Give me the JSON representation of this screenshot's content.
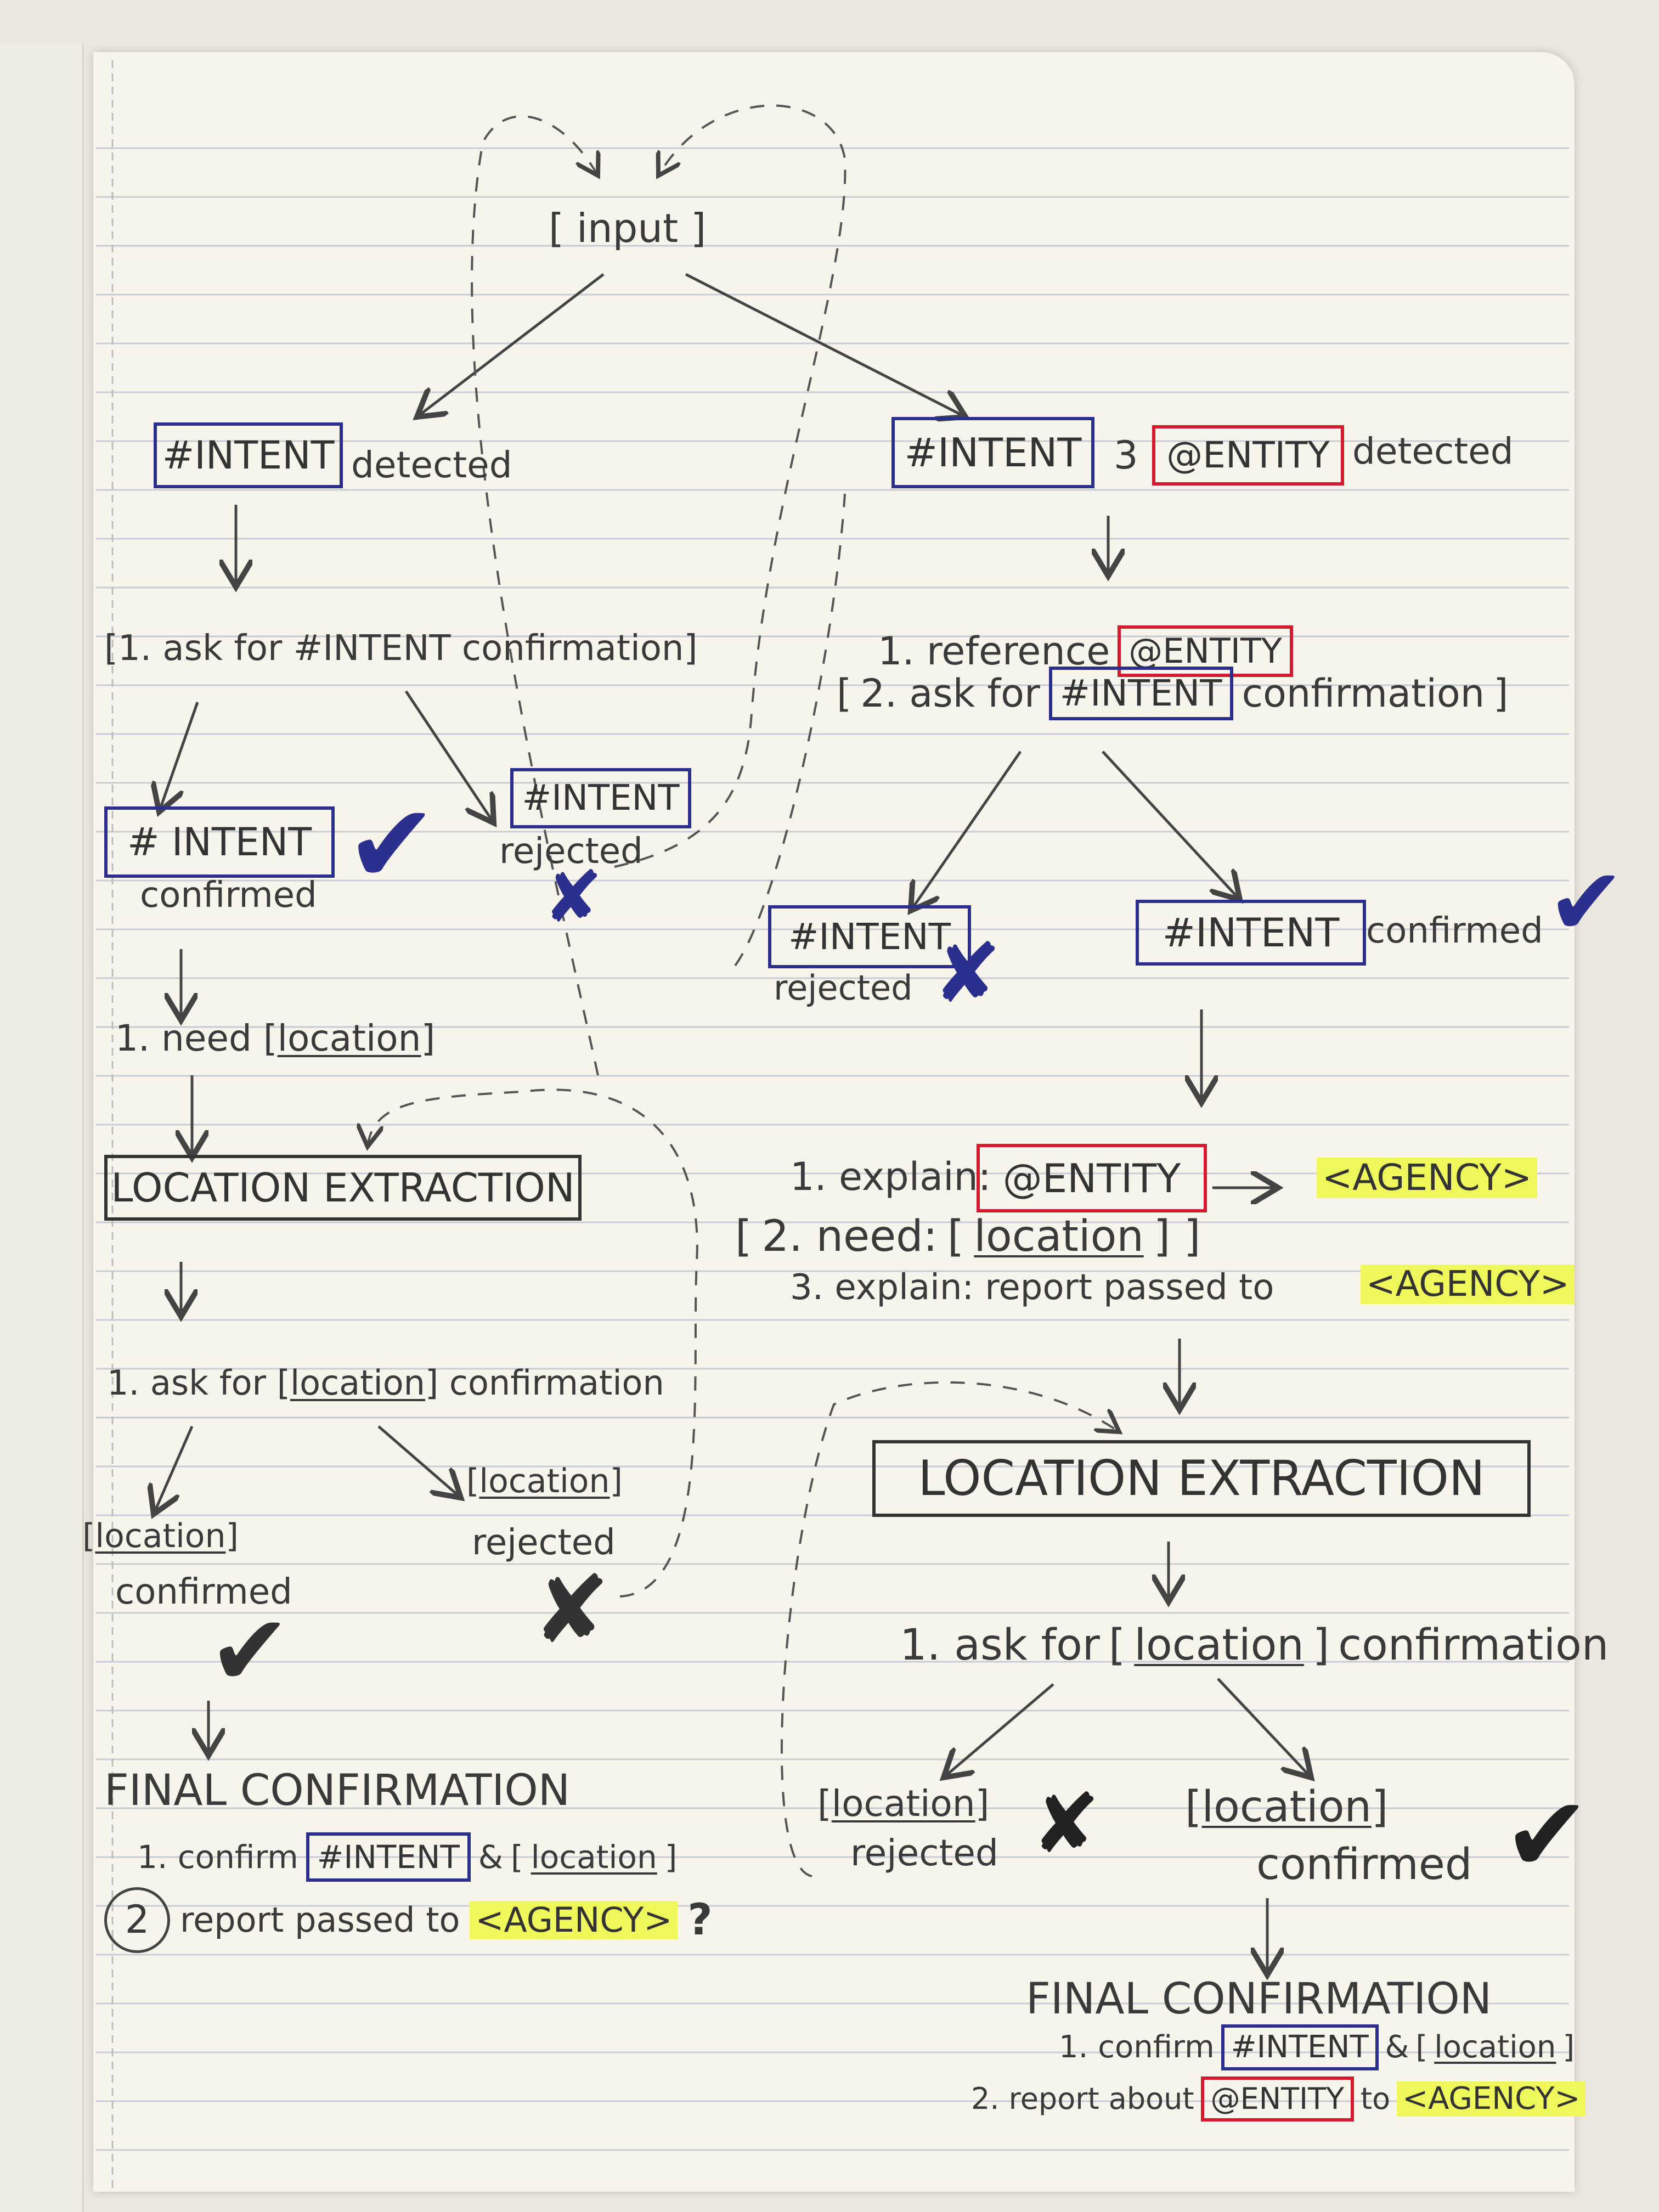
{
  "top": {
    "input": "input"
  },
  "left": {
    "intent_tag": "#INTENT",
    "detected": "detected",
    "ask_confirm_step": "1. ask for #INTENT confirmation",
    "confirmed": {
      "tag": "# INTENT",
      "label": "confirmed"
    },
    "rejected": {
      "tag": "#INTENT",
      "label": "rejected"
    },
    "need_prefix": "1. need",
    "location": "location",
    "location_extraction": "LOCATION EXTRACTION",
    "ask_location_prefix": "1. ask for",
    "ask_location_suffix": "confirmation",
    "location_confirmed": {
      "tag": "location",
      "label": "confirmed"
    },
    "location_rejected": {
      "tag": "location",
      "label": "rejected"
    },
    "final_title": "FINAL CONFIRMATION",
    "final_step1_prefix": "1. confirm",
    "final_step1_intent": "#INTENT",
    "final_step1_and": "&",
    "final_step1_location": "location",
    "final_step2_num": "2",
    "final_step2_text": "report passed to",
    "final_step2_agency": "<AGENCY>",
    "final_step2_q": "?"
  },
  "right": {
    "intent_tag": "#INTENT",
    "and": "3",
    "entity_tag": "@ENTITY",
    "detected": "detected",
    "step1_prefix": "1. reference",
    "step1_entity": "@ENTITY",
    "step2_prefix": "2. ask for",
    "step2_intent": "#INTENT",
    "step2_suffix": "confirmation",
    "rejected": {
      "tag": "#INTENT",
      "label": "rejected"
    },
    "confirmed": {
      "tag": "#INTENT",
      "label": "confirmed"
    },
    "explain1_prefix": "1. explain:",
    "explain1_entity": "@ENTITY",
    "explain1_agency": "<AGENCY>",
    "explain2_prefix": "2. need:",
    "explain2_location": "location",
    "explain3_text": "3. explain: report passed to",
    "explain3_agency": "<AGENCY>",
    "location_extraction": "LOCATION EXTRACTION",
    "ask_location_prefix": "1. ask for",
    "ask_location": "location",
    "ask_location_suffix": "confirmation",
    "location_rejected": {
      "tag": "location",
      "label": "rejected"
    },
    "location_confirmed": {
      "tag": "location",
      "label": "confirmed"
    },
    "final_title": "FINAL CONFIRMATION",
    "final_step1_prefix": "1. confirm",
    "final_step1_intent": "#INTENT",
    "final_step1_and": "&",
    "final_step1_location": "location",
    "final_step2_prefix": "2. report about",
    "final_step2_entity": "@ENTITY",
    "final_step2_to": "to",
    "final_step2_agency": "<AGENCY>"
  },
  "marks": {
    "check": "✔",
    "cross": "✘"
  },
  "colors": {
    "intent": "#2b2f8e",
    "entity": "#d8192d",
    "highlight": "#eef85a",
    "ink": "#333333"
  }
}
